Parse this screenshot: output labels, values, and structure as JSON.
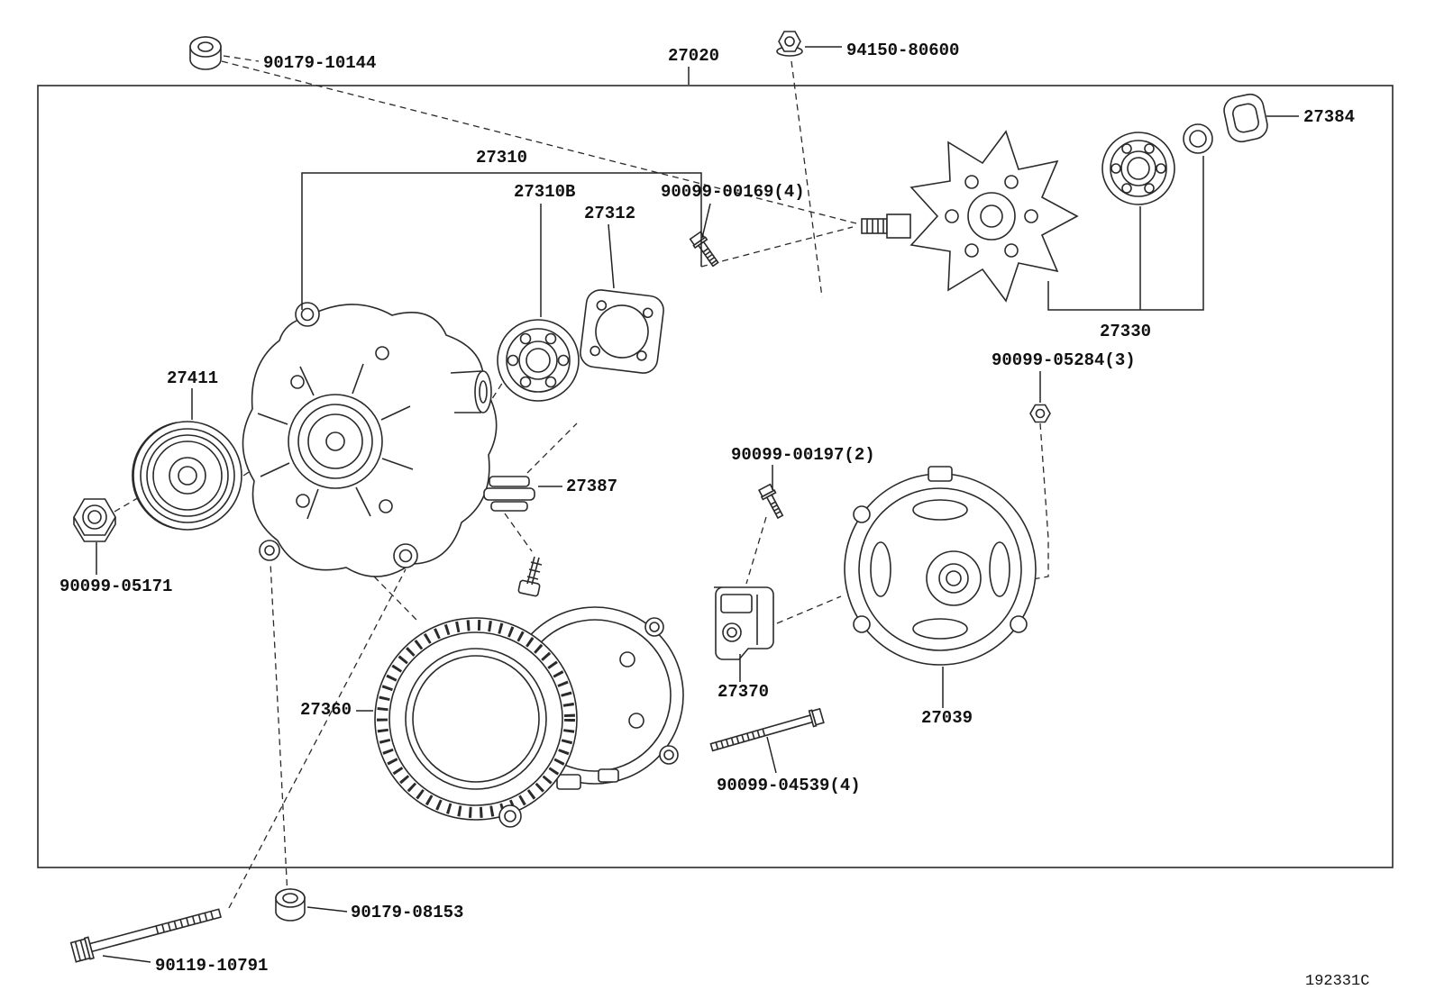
{
  "diagram": {
    "figure_code": "192331C",
    "parts": [
      {
        "label": "90179-10144"
      },
      {
        "label": "27020"
      },
      {
        "label": "94150-80600"
      },
      {
        "label": "27384"
      },
      {
        "label": "27310"
      },
      {
        "label": "27310B"
      },
      {
        "label": "27312"
      },
      {
        "label": "90099-00169(4)"
      },
      {
        "label": "27330"
      },
      {
        "label": "27411"
      },
      {
        "label": "90099-05284(3)"
      },
      {
        "label": "27387"
      },
      {
        "label": "90099-00197(2)"
      },
      {
        "label": "90099-05171"
      },
      {
        "label": "27360"
      },
      {
        "label": "27370"
      },
      {
        "label": "27039"
      },
      {
        "label": "90099-04539(4)"
      },
      {
        "label": "90179-08153"
      },
      {
        "label": "90119-10791"
      }
    ]
  }
}
